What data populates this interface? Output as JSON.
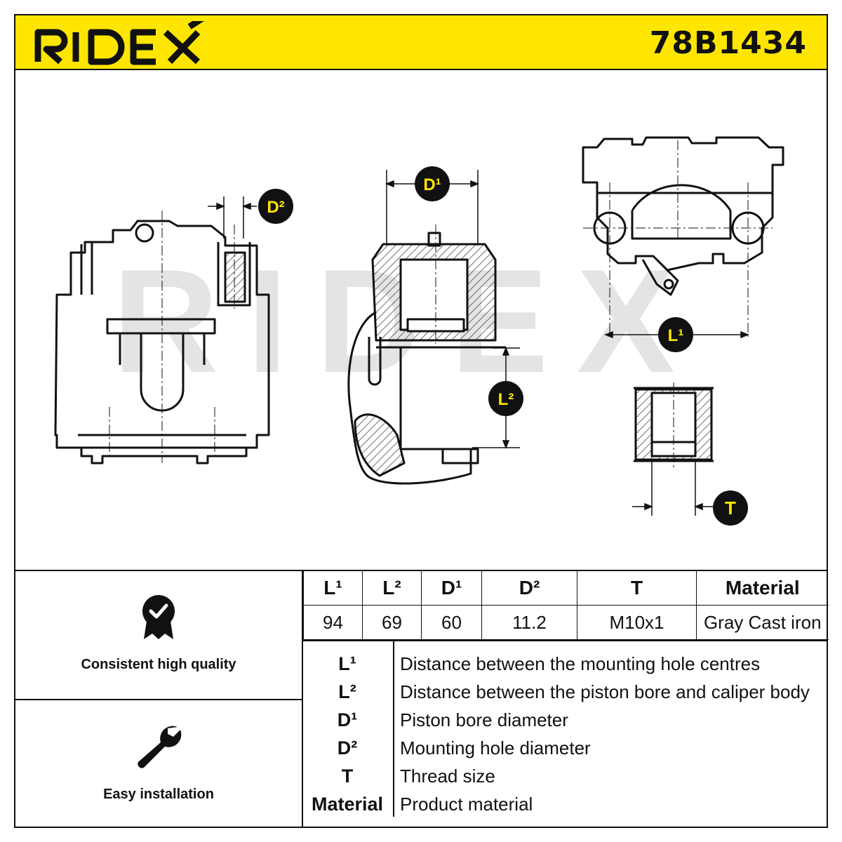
{
  "header": {
    "brand": "RIDEX",
    "part_number": "78B1434",
    "background_color": "#ffe600"
  },
  "drawing": {
    "callouts": {
      "d1": "D¹",
      "d2": "D²",
      "l1": "L¹",
      "l2": "L²",
      "t": "T"
    },
    "watermark": "RIDEX"
  },
  "features": [
    {
      "icon": "quality-badge-icon",
      "label": "Consistent high quality"
    },
    {
      "icon": "wrench-icon",
      "label": "Easy installation"
    }
  ],
  "spec_table": {
    "headers": [
      "L¹",
      "L²",
      "D¹",
      "D²",
      "T",
      "Material"
    ],
    "values": [
      "94",
      "69",
      "60",
      "11.2",
      "M10x1",
      "Gray Cast iron"
    ]
  },
  "legend": [
    {
      "symbol": "L¹",
      "description": "Distance between the mounting hole centres"
    },
    {
      "symbol": "L²",
      "description": "Distance between the piston bore and caliper body"
    },
    {
      "symbol": "D¹",
      "description": "Piston bore diameter"
    },
    {
      "symbol": "D²",
      "description": "Mounting hole diameter"
    },
    {
      "symbol": "T",
      "description": "Thread size"
    },
    {
      "symbol": "Material",
      "description": "Product material"
    }
  ]
}
